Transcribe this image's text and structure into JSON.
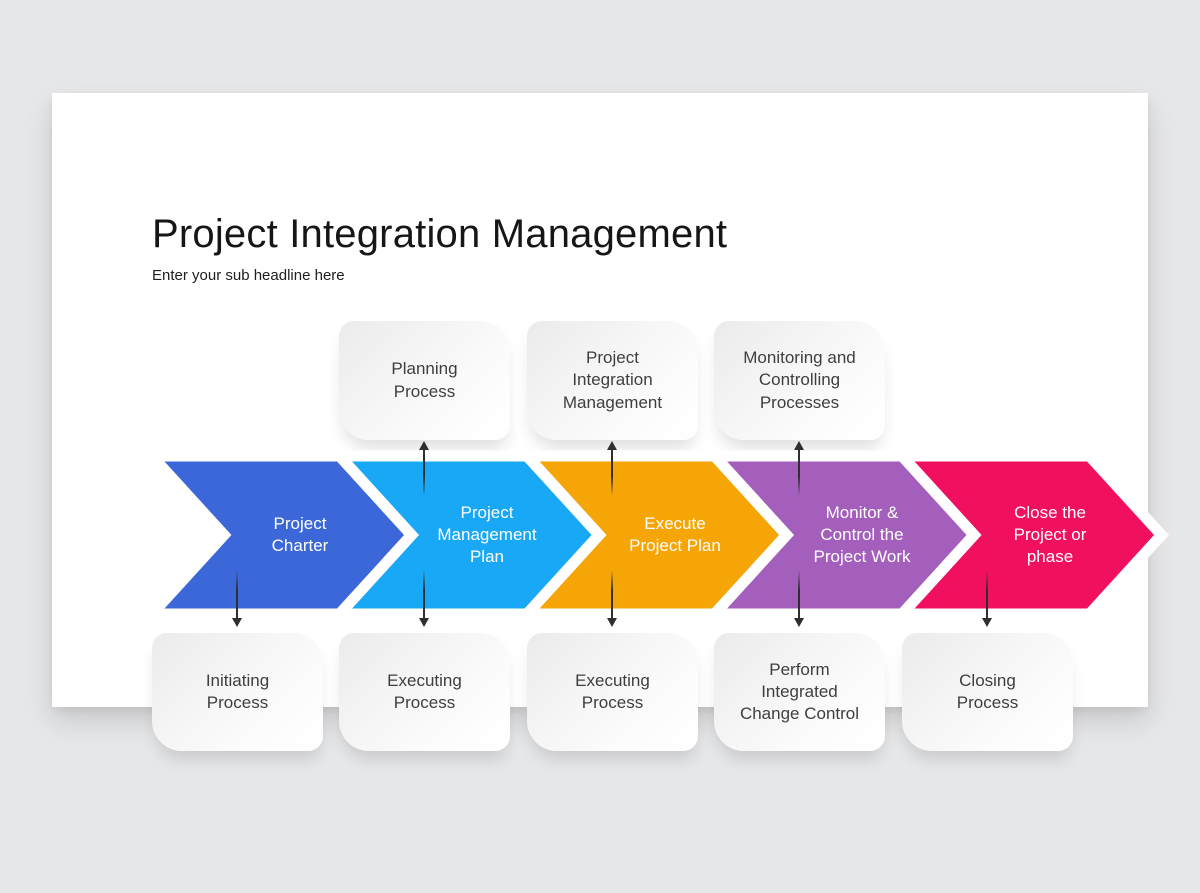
{
  "header": {
    "title": "Project Integration Management",
    "subtitle": "Enter your sub headline here"
  },
  "diagram": {
    "top_boxes": [
      {
        "label": "Planning\nProcess"
      },
      {
        "label": "Project\nIntegration\nManagement"
      },
      {
        "label": "Monitoring and\nControlling\nProcesses"
      }
    ],
    "chevrons": [
      {
        "label": "Project\nCharter",
        "color": "#3B67D8"
      },
      {
        "label": "Project\nManagement\nPlan",
        "color": "#18A8F5"
      },
      {
        "label": "Execute\nProject Plan",
        "color": "#F5A506"
      },
      {
        "label": "Monitor &\nControl the\nProject Work",
        "color": "#A45EBB"
      },
      {
        "label": "Close the\nProject or\nphase",
        "color": "#F0105F"
      }
    ],
    "bottom_boxes": [
      {
        "label": "Initiating\nProcess"
      },
      {
        "label": "Executing\nProcess"
      },
      {
        "label": "Executing\nProcess"
      },
      {
        "label": "Perform\nIntegrated\nChange Control"
      },
      {
        "label": "Closing\nProcess"
      }
    ],
    "palette": {
      "page_background": "#E6E7E9",
      "card_background": "#FFFFFF",
      "box_text": "#3E3E3E",
      "chevron_text": "#FFFFFF",
      "connector_line": "#2F2F2F",
      "chevron_separator": "#FFFFFF"
    }
  }
}
